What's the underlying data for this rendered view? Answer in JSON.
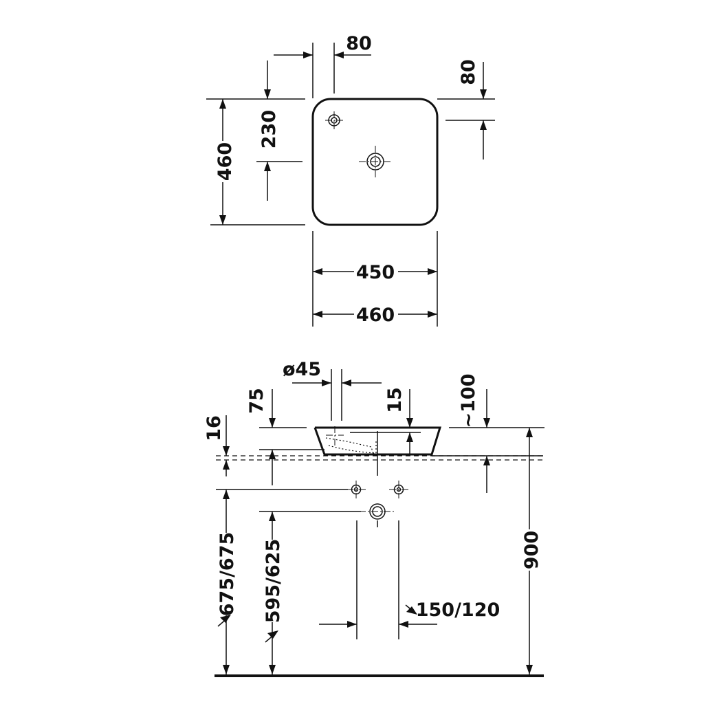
{
  "top_view": {
    "dim_tap_offset_x": "80",
    "dim_tap_offset_y": "80",
    "dim_center_offset": "230",
    "dim_depth": "460",
    "dim_inner_width": "450",
    "dim_outer_width": "460"
  },
  "side_view": {
    "dim_waste_diameter": "ø45",
    "dim_drain_height": "75",
    "dim_rim_offset": "15",
    "dim_tap_distance": "~100",
    "dim_counter_thickness": "16",
    "dim_supply_height": "675/675",
    "dim_waste_outlet_height": "595/625",
    "dim_trap_width": "150/120",
    "dim_total_height": "900"
  }
}
